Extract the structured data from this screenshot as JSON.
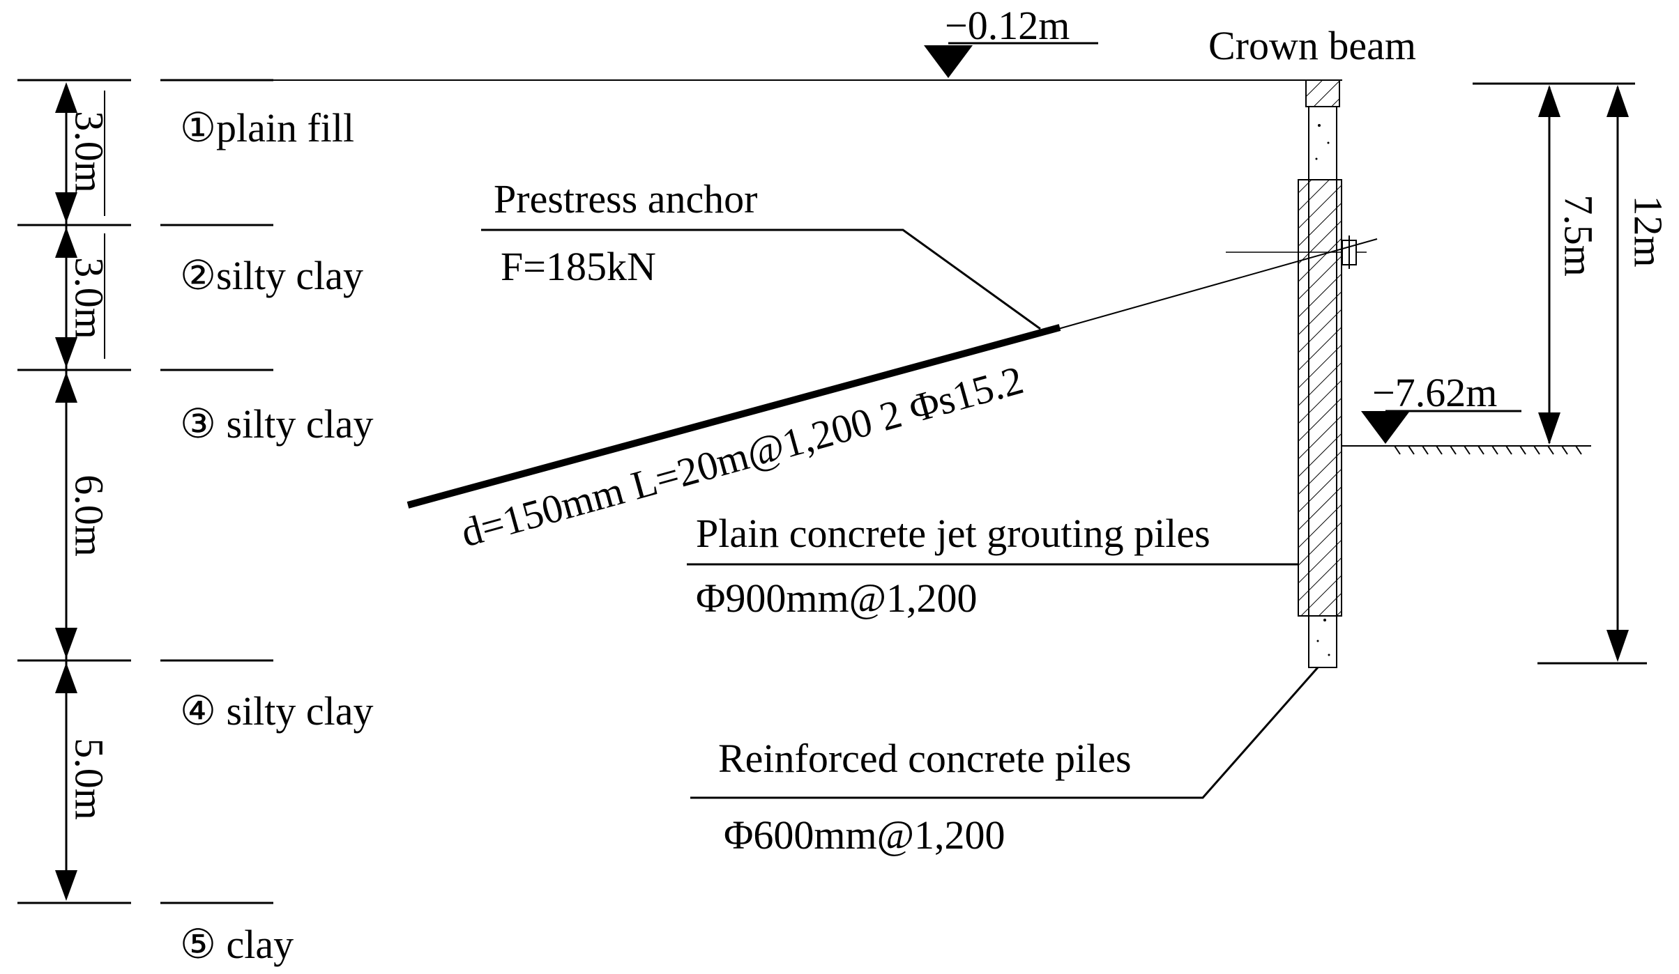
{
  "elevations": {
    "top": "−0.12m",
    "excavation": "−7.62m"
  },
  "labels": {
    "crown_beam": "Crown beam",
    "anchor_title": "Prestress anchor",
    "anchor_force": "F=185kN",
    "anchor_spec": "d=150mm L=20m@1,200 2 Φs15.2",
    "jet_title": "Plain concrete jet grouting piles",
    "jet_spec": "Φ900mm@1,200",
    "rc_title": "Reinforced concrete piles",
    "rc_spec": "Φ600mm@1,200"
  },
  "layers": [
    {
      "label": "①plain fill",
      "thickness": "3.0m"
    },
    {
      "label": "②silty clay",
      "thickness": "3.0m"
    },
    {
      "label": "③ silty clay",
      "thickness": "6.0m"
    },
    {
      "label": "④ silty clay",
      "thickness": "5.0m"
    },
    {
      "label": "⑤ clay"
    }
  ],
  "dimensions": {
    "excavation_depth": "7.5m",
    "pile_length": "12m"
  }
}
